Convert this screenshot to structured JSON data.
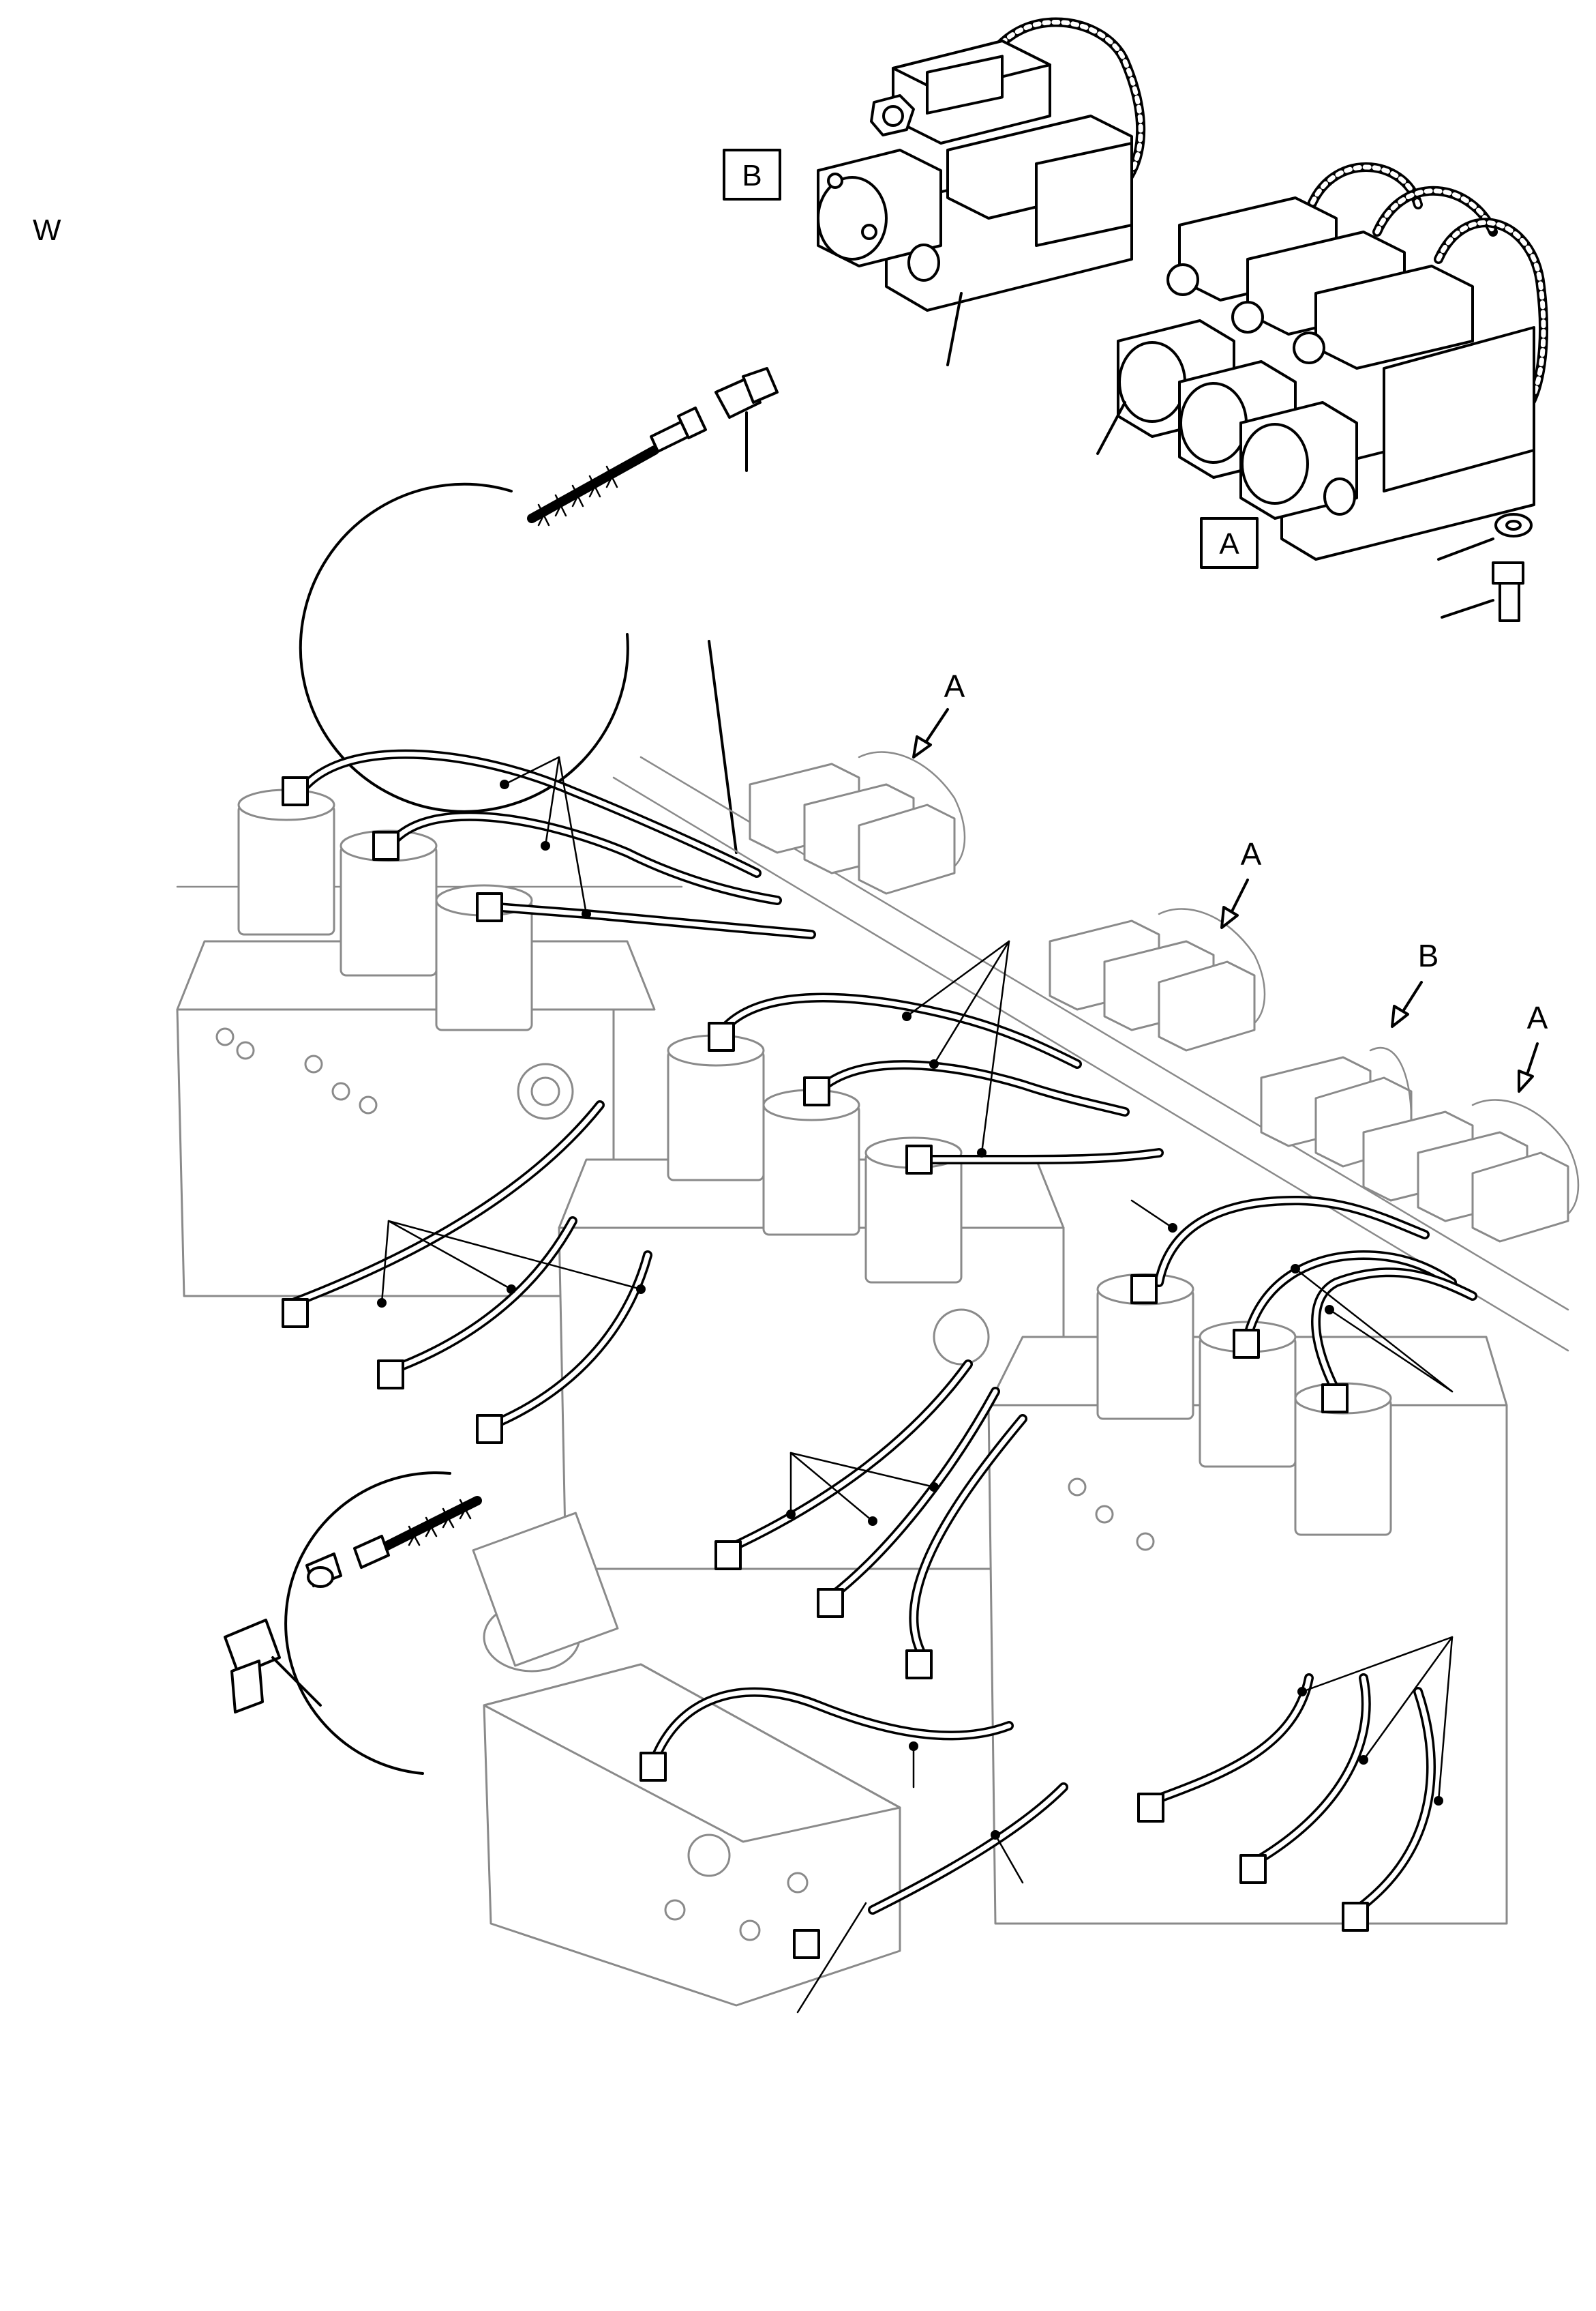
{
  "corner_mark": "W",
  "labels": {
    "box_b": "B",
    "box_a": "A",
    "arrow_a1": "A",
    "arrow_a2": "A",
    "arrow_b": "B",
    "arrow_a3": "A"
  }
}
